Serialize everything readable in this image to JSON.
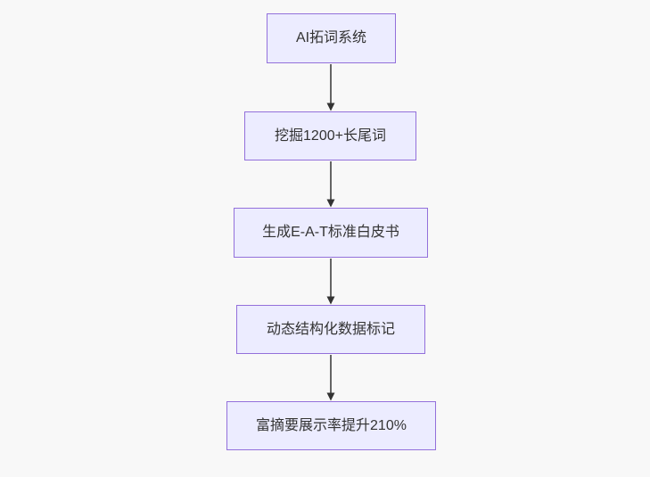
{
  "diagram": {
    "type": "flowchart",
    "direction": "top-down",
    "nodes": [
      {
        "id": "step1",
        "label": "AI拓词系统"
      },
      {
        "id": "step2",
        "label": "挖掘1200+长尾词"
      },
      {
        "id": "step3",
        "label": "生成E-A-T标准白皮书"
      },
      {
        "id": "step4",
        "label": "动态结构化数据标记"
      },
      {
        "id": "step5",
        "label": "富摘要展示率提升210%"
      }
    ],
    "edges": [
      {
        "from": "step1",
        "to": "step2"
      },
      {
        "from": "step2",
        "to": "step3"
      },
      {
        "from": "step3",
        "to": "step4"
      },
      {
        "from": "step4",
        "to": "step5"
      }
    ]
  },
  "colors": {
    "background": "#f8f8f8",
    "node_fill": "#ececff",
    "node_border": "#9370db",
    "node_text": "#333333",
    "arrow": "#333333"
  }
}
